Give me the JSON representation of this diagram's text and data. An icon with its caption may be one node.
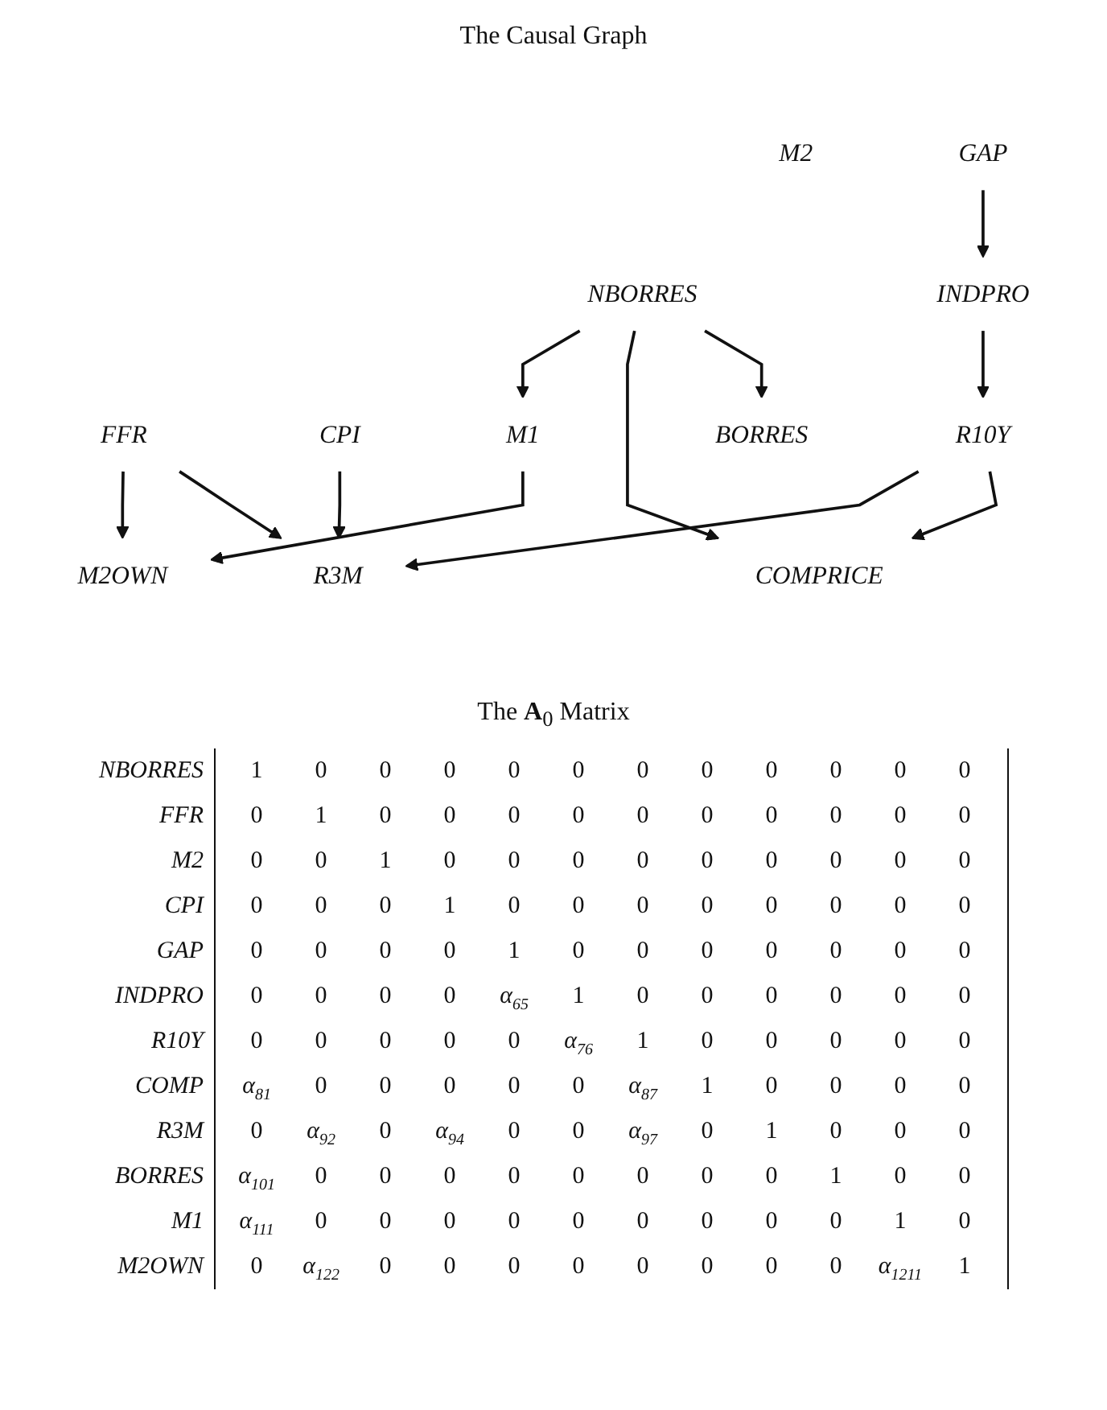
{
  "diagram": {
    "title": "The Causal Graph",
    "nodes": [
      {
        "text": [
          "M2OWN"
        ]
      },
      {
        "text": [
          "FFR"
        ]
      },
      {
        "text": [
          "R3M"
        ]
      },
      {
        "text": [
          "CPI"
        ]
      },
      {
        "text": [
          "M1"
        ]
      },
      {
        "text": [
          "NBORRES"
        ]
      },
      {
        "text": [
          "COMPRICE"
        ]
      },
      {
        "text": [
          "R10Y"
        ]
      },
      {
        "text": [
          "M2"
        ]
      },
      {
        "text": [
          "BORRES"
        ]
      },
      {
        "text": [
          "GAP"
        ]
      },
      {
        "text": [
          "INDPRO"
        ]
      }
    ],
    "edges": [
      {
        "from": 1,
        "to": 0,
        "arrow": "to"
      },
      {
        "from": 1,
        "to": 2,
        "arrow": "to"
      },
      {
        "from": 3,
        "to": 2,
        "arrow": "to"
      },
      {
        "from": 7,
        "to": 2,
        "arrow": "to"
      },
      {
        "from": 4,
        "to": 0,
        "arrow": "to"
      },
      {
        "from": 5,
        "to": 4,
        "arrow": "to"
      },
      {
        "from": 5,
        "to": 6,
        "arrow": "to"
      },
      {
        "from": 7,
        "to": 6,
        "arrow": "to"
      },
      {
        "from": 5,
        "to": 9,
        "arrow": "to"
      },
      {
        "from": 11,
        "to": 7,
        "arrow": "to"
      },
      {
        "from": 10,
        "to": 11,
        "arrow": "to"
      }
    ],
    "labels": [
      "The **A**$_{0}$ Matrix",
      "NBORRES",
      "1",
      "0",
      "0",
      "0",
      "0",
      "0",
      "0",
      "0",
      "0",
      "0",
      "0",
      "0",
      "FFR",
      "0",
      "1",
      "0",
      "0",
      "0",
      "0",
      "0",
      "0",
      "0",
      "0",
      "0",
      "0",
      "M2",
      "0",
      "0",
      "1",
      "0",
      "0",
      "0",
      "0",
      "0",
      "0",
      "0",
      "0",
      "0",
      "CPI",
      "0",
      "0",
      "0",
      "1",
      "0",
      "0",
      "0",
      "0",
      "0",
      "0",
      "0",
      "0",
      "GAP",
      "0",
      "0",
      "0",
      "0",
      "1",
      "0",
      "0",
      "0",
      "0",
      "0",
      "0",
      "0",
      "INDPRO",
      "0",
      "0",
      "0",
      "0",
      "α$_{65}$",
      "1",
      "0",
      "0",
      "0",
      "0",
      "0",
      "0",
      "R10Y",
      "0",
      "0",
      "0",
      "0",
      "0",
      "α$_{76}$",
      "1",
      "0",
      "0",
      "0",
      "0",
      "0",
      "COMP",
      "α$_{81}$",
      "0",
      "0",
      "0",
      "0",
      "0",
      "α$_{87}$",
      "1",
      "0",
      "0",
      "0",
      "0",
      "R3M",
      "0",
      "α$_{92}$",
      "0",
      "α$_{94}$",
      "0",
      "0",
      "α$_{97}$",
      "0",
      "1",
      "0",
      "0",
      "0",
      "BORRES",
      "α$_{101}$",
      "0",
      "0",
      "0",
      "0",
      "0",
      "0",
      "0",
      "0",
      "1",
      "0",
      "0",
      "M1",
      "α$_{111}$",
      "0",
      "0",
      "0",
      "0",
      "0",
      "0",
      "0",
      "0",
      "0",
      "1",
      "0",
      "M2OWN",
      "0",
      "α$_{122}$",
      "0",
      "0",
      "0",
      "0",
      "0",
      "0",
      "0",
      "0",
      "α$_{1211}$",
      "1"
    ]
  }
}
